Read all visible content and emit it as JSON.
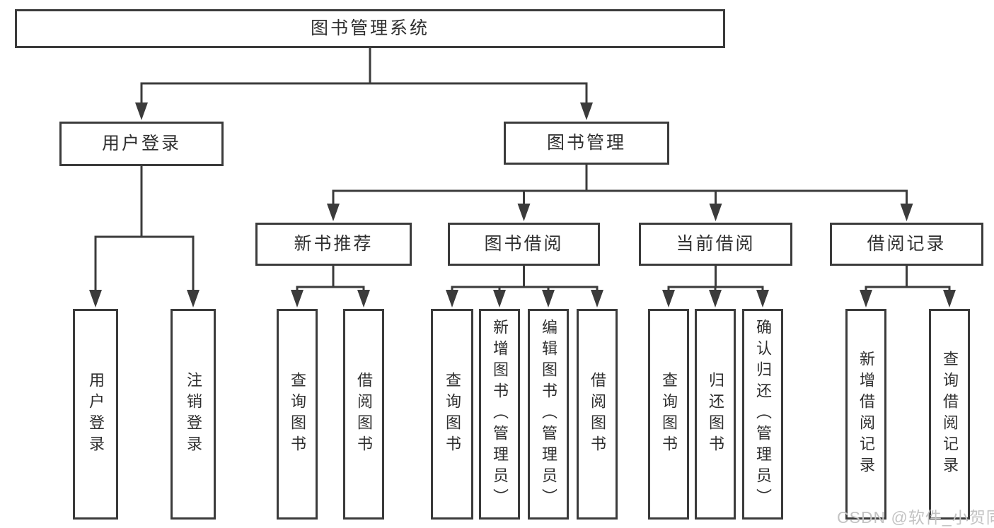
{
  "diagram": {
    "root": "图书管理系统",
    "level2": [
      "用户登录",
      "图书管理"
    ],
    "level3": [
      "新书推荐",
      "图书借阅",
      "当前借阅",
      "借阅记录"
    ],
    "groups": {
      "userLogin": [
        "用户登录",
        "注销登录"
      ],
      "newBooks": [
        "查询图书",
        "借阅图书"
      ],
      "bookBorrow": [
        "查询图书",
        "新增图书（管理员）",
        "编辑图书（管理员）",
        "借阅图书"
      ],
      "currentBorrow": [
        "查询图书",
        "归还图书",
        "确认归还（管理员）"
      ],
      "borrowRecords": [
        "新增借阅记录",
        "查询借阅记录"
      ]
    }
  },
  "watermark": "CSDN @软件_小贺同学",
  "colors": {
    "line": "#3b3b3b",
    "text": "#2f2f2f",
    "box-fill": "#ffffff",
    "watermark": "#c3c3c3",
    "background": "#ffffff"
  }
}
